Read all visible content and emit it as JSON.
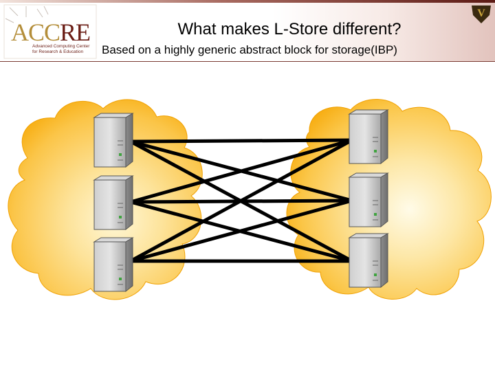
{
  "slide": {
    "title": "What makes L-Store different?",
    "subtitle": "Based on a highly generic abstract block for storage(IBP)"
  },
  "logo": {
    "word_part1": "ACC",
    "word_part2": "RE",
    "line1": "Advanced Computing Center",
    "line2": "for Research & Education"
  },
  "emblem": {
    "letter": "V"
  },
  "colors": {
    "header_maroon": "#5c1a14",
    "logo_gold": "#b48e3a",
    "cloud_orange": "#f7a800",
    "cloud_light": "#fde8a8",
    "server_grey": "#b8b8b8",
    "link_black": "#000000"
  },
  "diagram": {
    "clouds": [
      "left-cloud",
      "right-cloud"
    ],
    "left_servers": 3,
    "right_servers": 3,
    "links": "every left server connected to every right server"
  }
}
